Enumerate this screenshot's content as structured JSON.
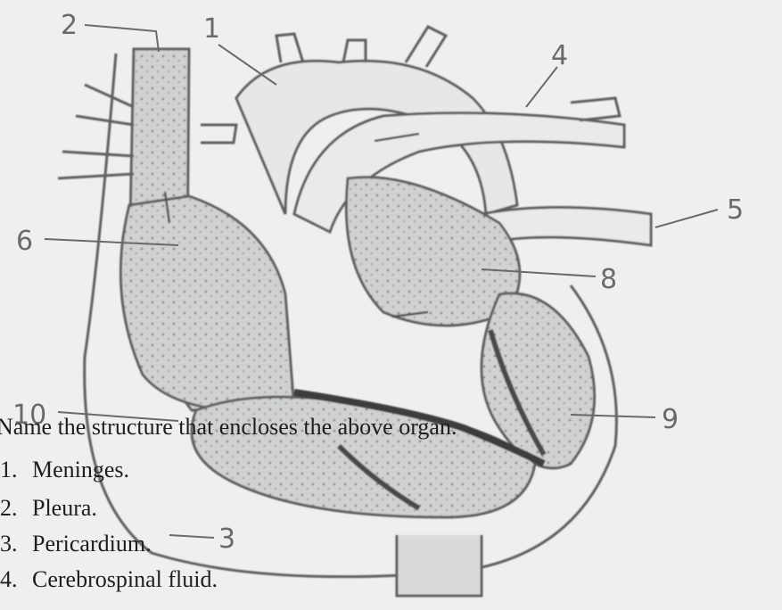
{
  "diagram": {
    "labels": [
      "1",
      "2",
      "3",
      "4",
      "5",
      "6",
      "8",
      "9",
      "10"
    ]
  },
  "question": {
    "text": "Name the structure that encloses the above organ.",
    "options": [
      {
        "num": "1.",
        "text": "Meninges."
      },
      {
        "num": "2.",
        "text": "Pleura."
      },
      {
        "num": "3.",
        "text": "Pericardium."
      },
      {
        "num": "4.",
        "text": "Cerebrospinal fluid."
      }
    ]
  }
}
